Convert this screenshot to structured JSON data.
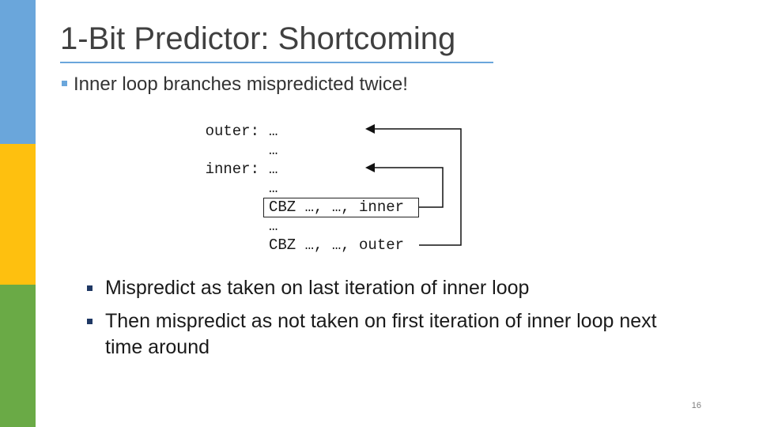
{
  "slide": {
    "title": "1-Bit Predictor: Shortcoming",
    "bullet": "Inner loop branches mispredicted twice!",
    "code": {
      "line1_label": "outer:",
      "line1_text": "…",
      "line2_text": "…",
      "line3_label": "inner:",
      "line3_text": "…",
      "line4_text": "…",
      "line5_text": "CBZ …, …, inner",
      "line6_text": "…",
      "line7_text": "CBZ …, …, outer"
    },
    "sub_bullets": [
      "Mispredict as taken on last iteration of inner loop",
      "Then mispredict as not taken on first iteration of inner loop next time around"
    ],
    "page_number": "16"
  },
  "colors": {
    "accent_blue": "#6aa6db",
    "accent_yellow": "#fec00f",
    "accent_green": "#6aaa46"
  }
}
